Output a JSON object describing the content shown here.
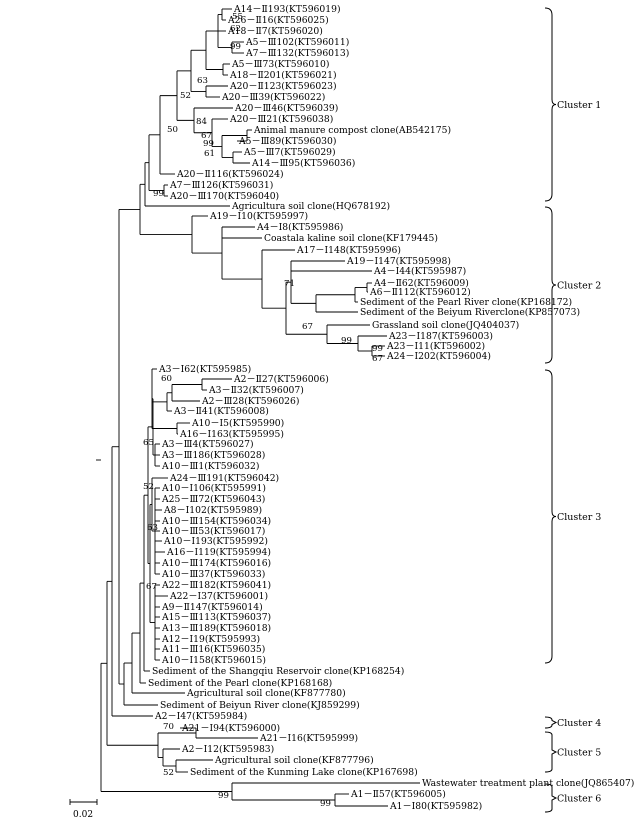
{
  "tree": {
    "scale_label": "0.02",
    "leaves": [
      "A14－Ⅱ193(KT596019)",
      "A26－Ⅱ16(KT596025)",
      "A18－Ⅱ7(KT596020)",
      "A5－Ⅲ102(KT596011)",
      "A7－Ⅲ132(KT596013)",
      "A5－Ⅲ73(KT596010)",
      "A18－Ⅱ201(KT596021)",
      "A20－Ⅱ123(KT596023)",
      "A20－Ⅲ39(KT596022)",
      "A20－Ⅲ46(KT596039)",
      "A20－Ⅲ21(KT596038)",
      "Animal manure compost clone(AB542175)",
      "A5－Ⅲ89(KT596030)",
      "A5－Ⅲ7(KT596029)",
      "A14－Ⅲ95(KT596036)",
      "A20－Ⅱ116(KT596024)",
      "A7－Ⅲ126(KT596031)",
      "A20－Ⅲ170(KT596040)",
      "Agricultura soil clone(HQ678192)",
      "A19－Ⅰ10(KT595997)",
      "A4－Ⅰ8(KT595986)",
      "Coastala kaline soil clone(KF179445)",
      "A17－Ⅰ148(KT595996)",
      "A19－Ⅰ147(KT595998)",
      "A4－Ⅰ44(KT595987)",
      "A4－Ⅱ62(KT596009)",
      "A6－Ⅱ112(KT596012)",
      "Sediment of the Pearl River clone(KP168172)",
      "Sediment of the Beiyum Riverclone(KP857073)",
      "Grassland soil clone(JQ404037)",
      "A23－Ⅰ187(KT596003)",
      "A23－Ⅰ11(KT596002)",
      "A24－Ⅰ202(KT596004)",
      "A3－Ⅰ62(KT595985)",
      "A2－Ⅱ27(KT596006)",
      "A3－Ⅱ32(KT596007)",
      "A2－Ⅲ28(KT596026)",
      "A3－Ⅱ41(KT596008)",
      "A10－Ⅰ5(KT595990)",
      "A16－Ⅰ163(KT595995)",
      "A3－Ⅲ4(KT596027)",
      "A3－Ⅲ186(KT596028)",
      "A10－Ⅲ1(KT596032)",
      "A24－Ⅲ191(KT596042)",
      "A10－Ⅰ106(KT595991)",
      "A25－Ⅲ72(KT596043)",
      "A8－Ⅰ102(KT595989)",
      "A10－Ⅲ154(KT596034)",
      "A10－Ⅲ53(KT596017)",
      "A10－Ⅰ193(KT595992)",
      "A16－Ⅰ119(KT595994)",
      "A10－Ⅲ174(KT596016)",
      "A10－Ⅲ37(KT596033)",
      "A22－Ⅲ182(KT596041)",
      "A22－Ⅰ37(KT596001)",
      "A9－Ⅱ147(KT596014)",
      "A15－Ⅲ113(KT596037)",
      "A13－Ⅲ189(KT596018)",
      "A12－Ⅰ19(KT595993)",
      "A11－Ⅲ16(KT596035)",
      "A10－Ⅰ158(KT596015)",
      "Sediment of the Shangqiu Reservoir clone(KP168254)",
      "Sediment of the Pearl clone(KP168168)",
      "Agricultural soil clone(KF877780)",
      "Sediment of Beiyun River clone(KJ859299)",
      "A2－Ⅰ47(KT595984)",
      "A21－Ⅰ94(KT596000)",
      "A21－Ⅰ16(KT595999)",
      "A2－Ⅰ12(KT595983)",
      "Agricultural soil clone(KF877796)",
      "Sediment of the Kunming Lake clone(KP167698)",
      "Wastewater treatment plant clone(JQ865407)",
      "A1－Ⅱ57(KT596005)",
      "A1－Ⅰ80(KT595982)"
    ],
    "bootstraps": [
      "55",
      "62",
      "99",
      "63",
      "52",
      "50",
      "84",
      "67",
      "99",
      "61",
      "99",
      "71",
      "67",
      "99",
      "99",
      "67",
      "60",
      "65",
      "52",
      "63",
      "67",
      "70",
      "52",
      "99",
      "99"
    ],
    "clusters": [
      "Cluster 1",
      "Cluster 2",
      "Cluster 3",
      "Cluster 4",
      "Cluster 5",
      "Cluster 6"
    ]
  }
}
